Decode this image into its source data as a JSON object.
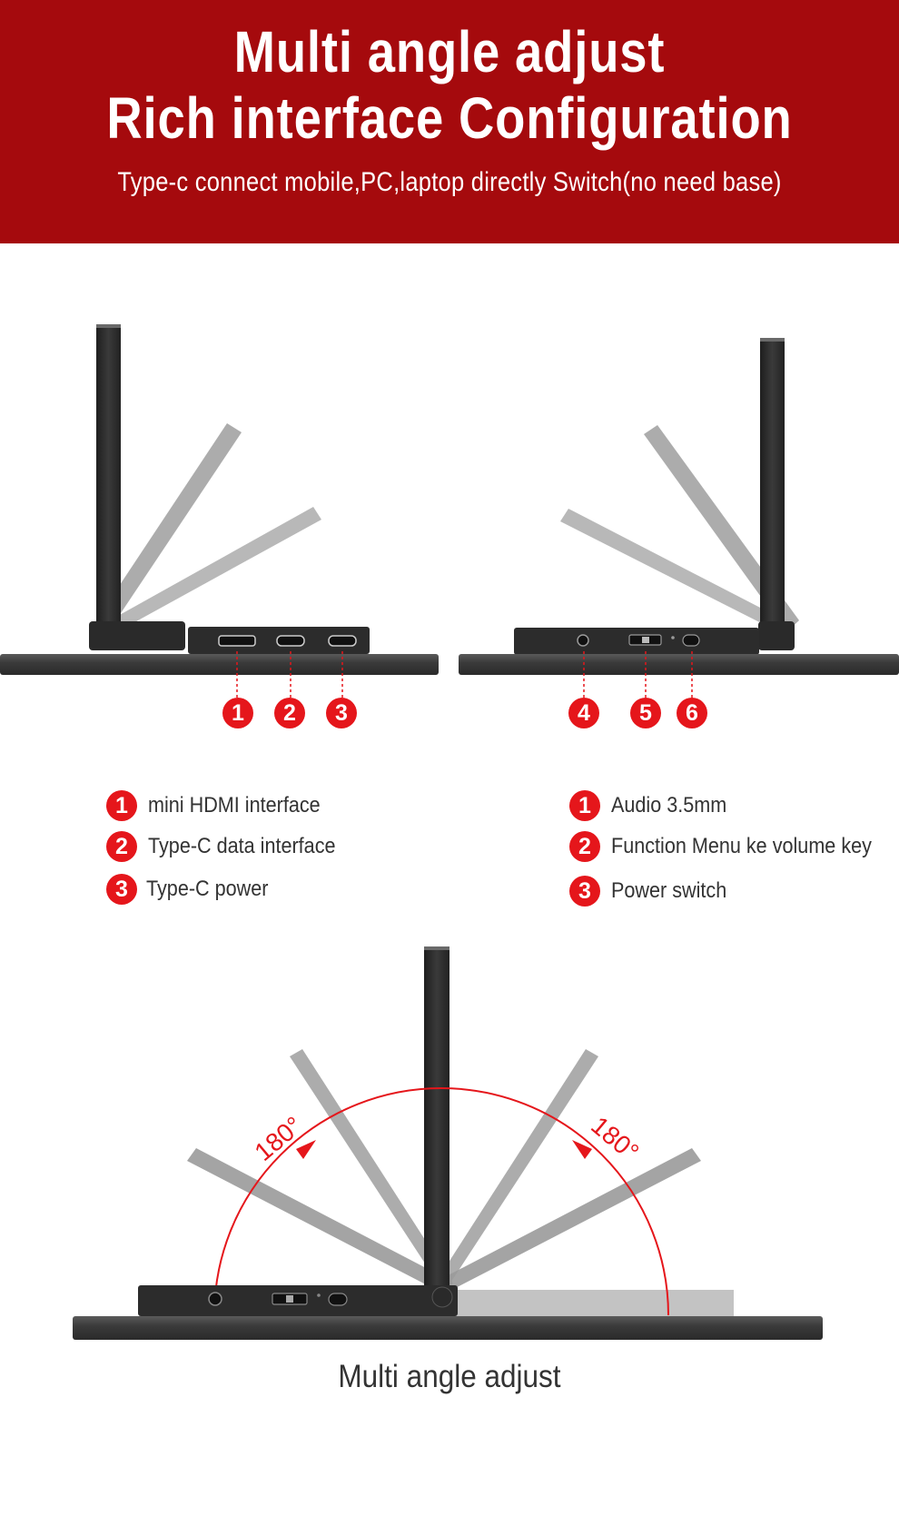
{
  "header": {
    "title_line1": "Multi angle adjust",
    "title_line2": "Rich interface Configuration",
    "subtitle": "Type-c connect mobile,PC,laptop directly Switch(no need base)"
  },
  "port_markers": {
    "left": [
      "1",
      "2",
      "3"
    ],
    "right": [
      "4",
      "5",
      "6"
    ]
  },
  "legend": {
    "left": [
      {
        "num": "1",
        "text": "mini HDMI interface"
      },
      {
        "num": "2",
        "text": "Type-C data interface"
      },
      {
        "num": "3",
        "text": "Type-C power"
      }
    ],
    "right": [
      {
        "num": "1",
        "text": "Audio 3.5mm"
      },
      {
        "num": "2",
        "text": "Function Menu ke volume key"
      },
      {
        "num": "3",
        "text": "Power switch"
      }
    ]
  },
  "angle_labels": {
    "left": "180°",
    "right": "180°"
  },
  "caption": "Multi angle adjust",
  "colors": {
    "banner": "#a50a0d",
    "accent_red": "#e5161b",
    "device_dark": "#2f2f2f",
    "device_ghost": "#9a9a9a"
  }
}
